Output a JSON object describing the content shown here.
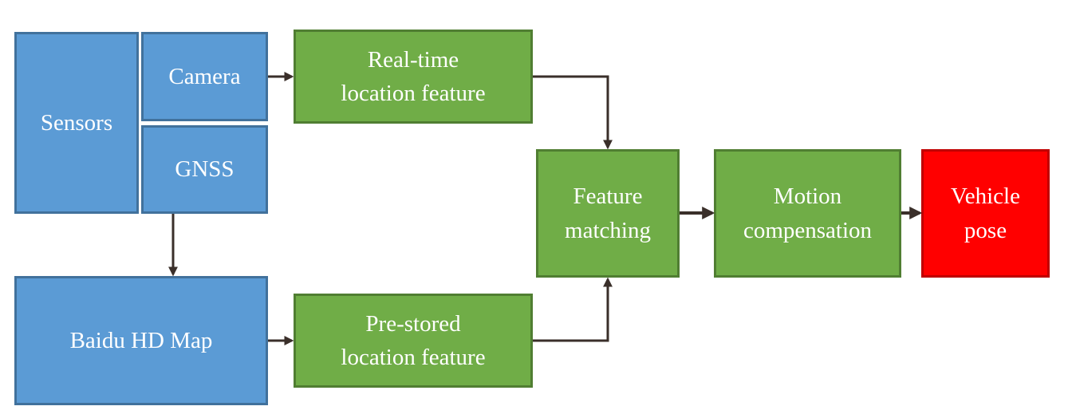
{
  "nodes": {
    "sensors": "Sensors",
    "camera": "Camera",
    "gnss": "GNSS",
    "hd_map": "Baidu HD Map",
    "realtime_feature": "Real-time\nlocation feature",
    "prestored_feature": "Pre-stored\nlocation feature",
    "feature_matching": "Feature\nmatching",
    "motion_compensation": "Motion\ncompensation",
    "vehicle_pose": "Vehicle\npose"
  },
  "colors": {
    "sensor_fill": "#5b9bd5",
    "process_fill": "#70ad47",
    "output_fill": "#ff0000",
    "arrow": "#3a2f2a"
  }
}
